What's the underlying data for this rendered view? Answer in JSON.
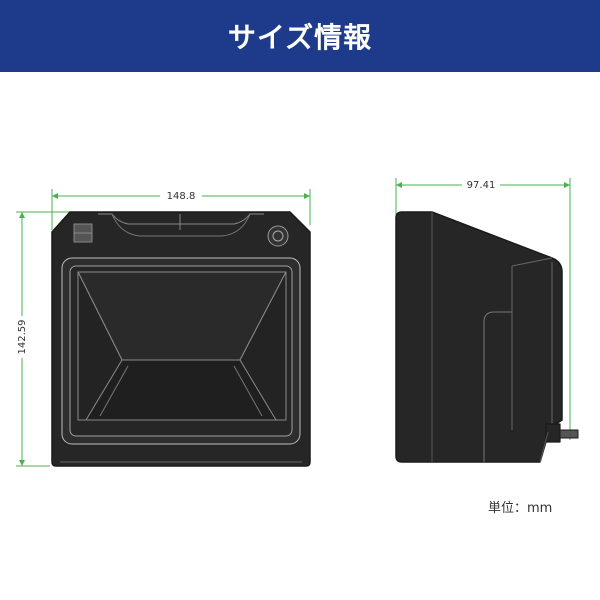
{
  "header": {
    "title": "サイズ情報",
    "background": "#1e3a8a"
  },
  "dimensions": {
    "front_width": "148.8",
    "front_height": "142.59",
    "side_depth": "97.41"
  },
  "unit_note": "単位：mm",
  "colors": {
    "dimension_line": "#4caf50",
    "outline": "#1a1a1a"
  }
}
